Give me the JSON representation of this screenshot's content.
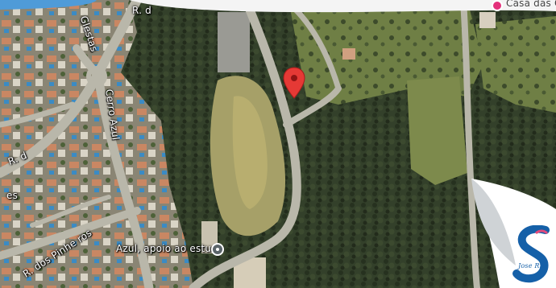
{
  "map": {
    "type": "satellite",
    "pin_color": "#e53935",
    "labels": {
      "road_top": "R. d",
      "glestas": "Glestas",
      "cerro_azul": "Cerro Azul",
      "dos_pinheiros": "R. dos Pinhe ros",
      "r_left": "R. d",
      "side_es": "es",
      "poi": "Azul, apoio ao estudo",
      "place": "Casa das O"
    }
  },
  "logo": {
    "brand_color": "#1560a8",
    "text": "Jose Rig"
  }
}
